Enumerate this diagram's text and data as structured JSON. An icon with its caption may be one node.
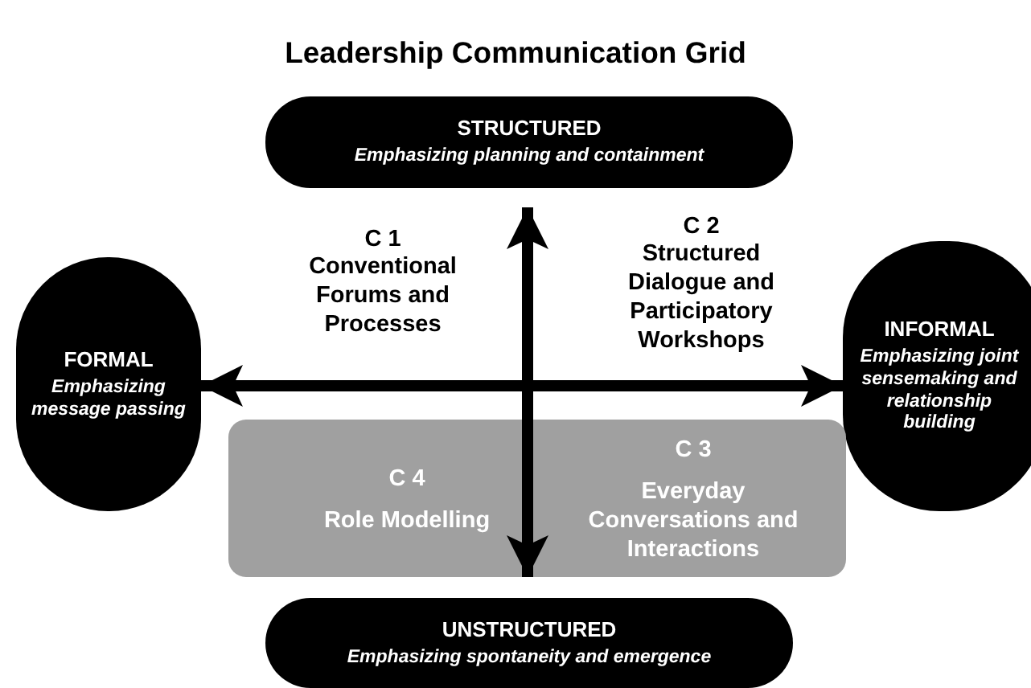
{
  "diagram": {
    "title": "Leadership Communication Grid",
    "nodes": [
      {
        "text": [
          "STRUCTURED",
          "Emphasizing planning and containment"
        ]
      },
      {
        "text": [
          "FORMAL",
          "Emphasizing message passing"
        ]
      },
      {
        "text": [
          "INFORMAL",
          "Emphasizing joint sensemaking and relationship building"
        ]
      },
      {
        "text": [],
        "shape": "box"
      },
      {
        "text": [
          "C 4",
          "Role Modelling"
        ],
        "in": 3
      },
      {
        "text": [
          "C 3",
          "Everyday Conversations and Interactions"
        ],
        "in": 3
      },
      {
        "text": [
          "UNSTRUCTURED",
          "Emphasizing spontaneity and emergence"
        ]
      }
    ],
    "edges": [
      {
        "from": 1,
        "to": 2,
        "arrow": "both"
      },
      {
        "from": 0,
        "to": 6,
        "arrow": "both"
      }
    ],
    "labels": [
      "C 1",
      "Conventional Forums and Processes",
      "C 2",
      "Structured Dialogue and Participatory Workshops"
    ]
  }
}
